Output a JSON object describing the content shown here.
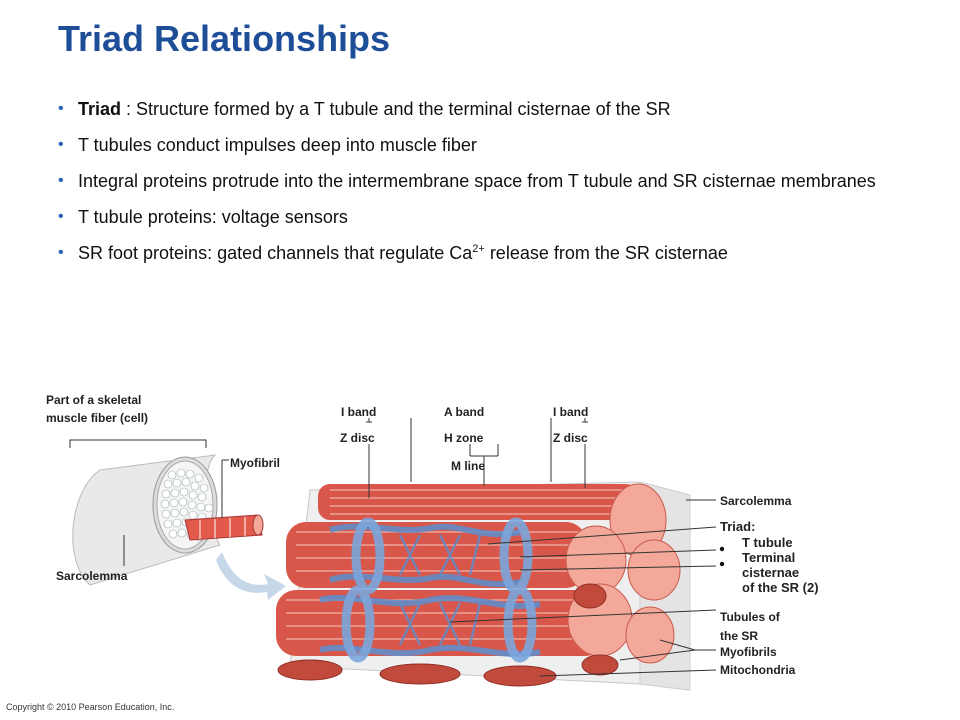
{
  "slide": {
    "title": "Triad Relationships",
    "bullets": [
      {
        "bold": "Triad",
        "text": " : Structure formed by a T tubule and the terminal cisternae of the SR"
      },
      {
        "bold": "",
        "text": "T tubules conduct impulses deep into muscle fiber"
      },
      {
        "bold": "",
        "text": "Integral proteins protrude into the intermembrane space from T tubule and SR cisternae membranes"
      },
      {
        "bold": "",
        "text": "T tubule proteins: voltage sensors"
      },
      {
        "bold": "",
        "text": "SR foot proteins: gated channels that regulate Ca",
        "sup": "2+",
        "after": " release from the SR cisternae"
      }
    ],
    "bullet_symbol": "•"
  },
  "figure": {
    "labels": {
      "fiber_1": "Part of a skeletal",
      "fiber_2": "muscle fiber (cell)",
      "myofibril": "Myofibril",
      "sarcolemma_left": "Sarcolemma",
      "i_band_left": "I band",
      "a_band": "A band",
      "i_band_right": "I band",
      "z_disc_left": "Z disc",
      "h_zone": "H zone",
      "z_disc_right": "Z disc",
      "m_line": "M line",
      "sarcolemma_right": "Sarcolemma",
      "triad": "Triad:",
      "t_tubule": "T tubule",
      "terminal_1": "Terminal",
      "terminal_2": "cisternae",
      "terminal_3": "of the SR (2)",
      "tubules_1": "Tubules of",
      "tubules_2": "the SR",
      "myofibrils": "Myofibrils",
      "mitochondria": "Mitochondria"
    },
    "colors": {
      "muscle": "#d9574a",
      "muscle_light": "#f3a899",
      "sr_blue": "#5b8fd0",
      "sr_light": "#a9c6ea",
      "sarcolemma": "#d8d8d8"
    }
  },
  "footer": {
    "copyright": "Copyright © 2010 Pearson Education, Inc."
  }
}
